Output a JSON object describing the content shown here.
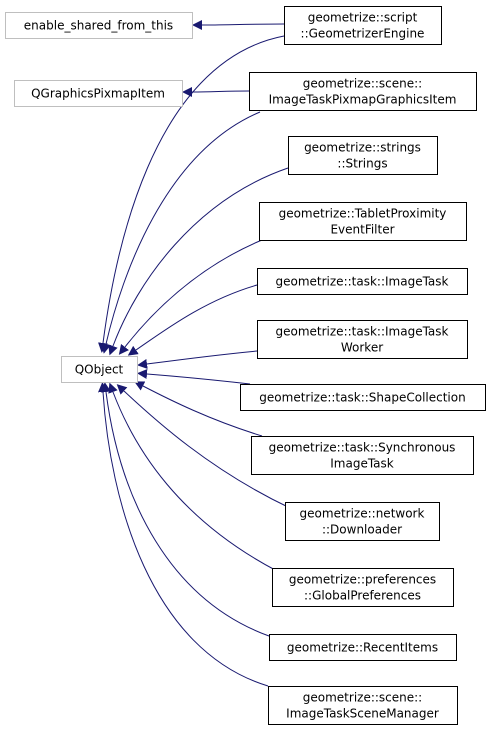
{
  "colors": {
    "edge": "#191970",
    "node_border": "#000000",
    "base_border": "#bfbfbf",
    "base_text": "#404040",
    "text": "#000000",
    "background": "#ffffff"
  },
  "bases": [
    {
      "id": "enable_shared",
      "lines": [
        "enable_shared_from_this"
      ]
    },
    {
      "id": "qgraphics",
      "lines": [
        "QGraphicsPixmapItem"
      ]
    },
    {
      "id": "qobject",
      "lines": [
        "QObject"
      ]
    }
  ],
  "classes": [
    {
      "id": "engine",
      "lines": [
        "geometrize::script",
        "::GeometrizerEngine"
      ]
    },
    {
      "id": "pixmap_item",
      "lines": [
        "geometrize::scene::",
        "ImageTaskPixmapGraphicsItem"
      ]
    },
    {
      "id": "strings",
      "lines": [
        "geometrize::strings",
        "::Strings"
      ]
    },
    {
      "id": "tablet",
      "lines": [
        "geometrize::TabletProximity",
        "EventFilter"
      ]
    },
    {
      "id": "image_task",
      "lines": [
        "geometrize::task::ImageTask"
      ]
    },
    {
      "id": "worker",
      "lines": [
        "geometrize::task::ImageTask",
        "Worker"
      ]
    },
    {
      "id": "shape_collection",
      "lines": [
        "geometrize::task::ShapeCollection"
      ]
    },
    {
      "id": "sync_task",
      "lines": [
        "geometrize::task::Synchronous",
        "ImageTask"
      ]
    },
    {
      "id": "downloader",
      "lines": [
        "geometrize::network",
        "::Downloader"
      ]
    },
    {
      "id": "prefs",
      "lines": [
        "geometrize::preferences",
        "::GlobalPreferences"
      ]
    },
    {
      "id": "recent",
      "lines": [
        "geometrize::RecentItems"
      ]
    },
    {
      "id": "scene_manager",
      "lines": [
        "geometrize::scene::",
        "ImageTaskSceneManager"
      ]
    }
  ],
  "edges": [
    {
      "from": "enable_shared",
      "to": "engine"
    },
    {
      "from": "qgraphics",
      "to": "pixmap_item"
    },
    {
      "from": "qobject",
      "to": "engine"
    },
    {
      "from": "qobject",
      "to": "pixmap_item"
    },
    {
      "from": "qobject",
      "to": "strings"
    },
    {
      "from": "qobject",
      "to": "tablet"
    },
    {
      "from": "qobject",
      "to": "image_task"
    },
    {
      "from": "qobject",
      "to": "worker"
    },
    {
      "from": "qobject",
      "to": "shape_collection"
    },
    {
      "from": "qobject",
      "to": "sync_task"
    },
    {
      "from": "qobject",
      "to": "downloader"
    },
    {
      "from": "qobject",
      "to": "prefs"
    },
    {
      "from": "qobject",
      "to": "recent"
    },
    {
      "from": "qobject",
      "to": "scene_manager"
    }
  ]
}
